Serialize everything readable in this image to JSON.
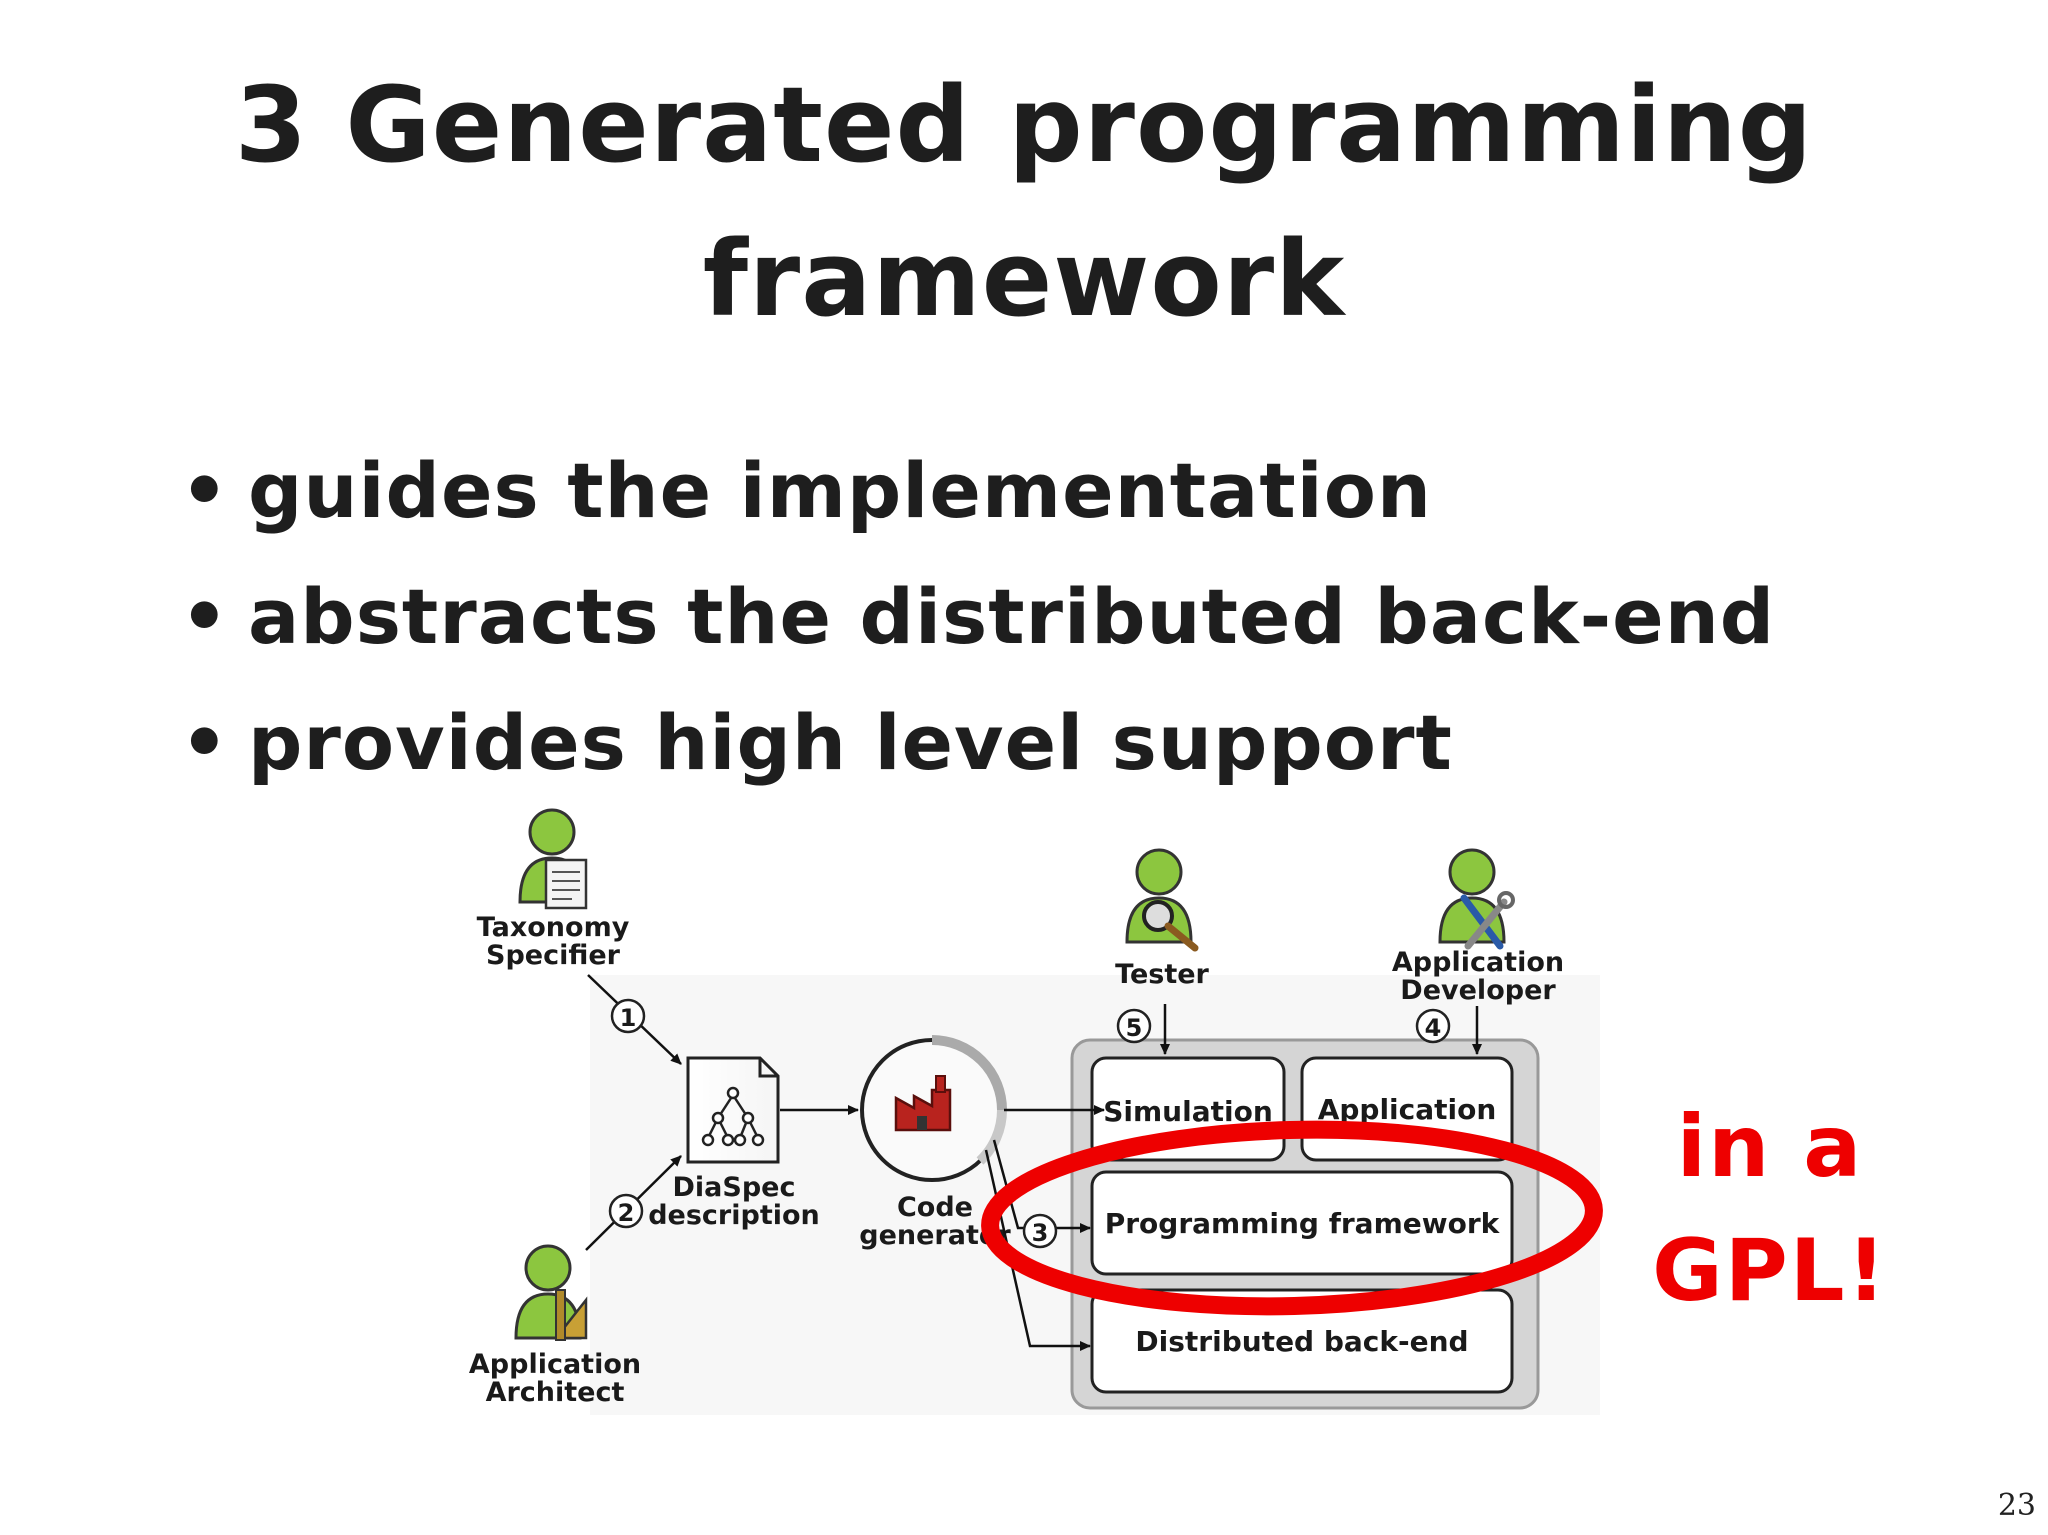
{
  "slide": {
    "title_line1": "3 Generated programming",
    "title_line2": "framework",
    "bullets": [
      "guides the implementation",
      "abstracts the distributed back-end",
      "provides high level support"
    ],
    "page_number": "23"
  },
  "diagram": {
    "actors": {
      "taxonomy_specifier": [
        "Taxonomy",
        "Specifier"
      ],
      "application_architect": [
        "Application",
        "Architect"
      ],
      "tester": "Tester",
      "application_developer": [
        "Application",
        "Developer"
      ]
    },
    "nodes": {
      "diaspec": [
        "DiaSpec",
        "description"
      ],
      "code_generator": [
        "Code",
        "generator"
      ]
    },
    "boxes": {
      "simulation": "Simulation",
      "application": "Application",
      "programming_framework": "Programming framework",
      "distributed_backend": "Distributed back-end"
    },
    "steps": [
      "1",
      "2",
      "3",
      "4",
      "5"
    ],
    "colors": {
      "actor_green": "#8cc63f",
      "factory_red": "#b8231e",
      "container_gray": "#d5d5d5",
      "highlight_red": "#ee0000"
    }
  },
  "annotation": {
    "line1": "in a",
    "line2": "GPL!"
  }
}
